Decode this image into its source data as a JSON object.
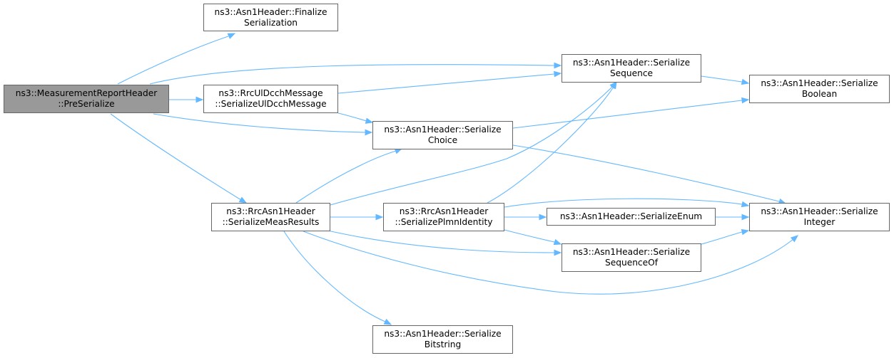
{
  "nodes": {
    "root": [
      "ns3::MeasurementReportHeader",
      "::PreSerialize"
    ],
    "finalize": [
      "ns3::Asn1Header::Finalize",
      "Serialization"
    ],
    "rrcul": [
      "ns3::RrcUlDcchMessage",
      "::SerializeUlDcchMessage"
    ],
    "measres": [
      "ns3::RrcAsn1Header",
      "::SerializeMeasResults"
    ],
    "sequence": [
      "ns3::Asn1Header::Serialize",
      "Sequence"
    ],
    "choice": [
      "ns3::Asn1Header::Serialize",
      "Choice"
    ],
    "plmn": [
      "ns3::RrcAsn1Header",
      "::SerializePlmnIdentity"
    ],
    "bitstring": [
      "ns3::Asn1Header::Serialize",
      "Bitstring"
    ],
    "enumn": [
      "ns3::Asn1Header::SerializeEnum"
    ],
    "sequenceof": [
      "ns3::Asn1Header::Serialize",
      "SequenceOf"
    ],
    "boolean": [
      "ns3::Asn1Header::Serialize",
      "Boolean"
    ],
    "integer": [
      "ns3::Asn1Header::Serialize",
      "Integer"
    ]
  },
  "edges": [
    [
      "root",
      "finalize"
    ],
    [
      "root",
      "sequence"
    ],
    [
      "root",
      "rrcul"
    ],
    [
      "root",
      "choice"
    ],
    [
      "root",
      "measres"
    ],
    [
      "rrcul",
      "sequence"
    ],
    [
      "rrcul",
      "choice"
    ],
    [
      "measres",
      "choice"
    ],
    [
      "measres",
      "sequence"
    ],
    [
      "measres",
      "plmn"
    ],
    [
      "measres",
      "sequenceof"
    ],
    [
      "measres",
      "integer"
    ],
    [
      "measres",
      "bitstring"
    ],
    [
      "sequence",
      "boolean"
    ],
    [
      "choice",
      "boolean"
    ],
    [
      "choice",
      "integer"
    ],
    [
      "plmn",
      "sequence"
    ],
    [
      "plmn",
      "integer"
    ],
    [
      "plmn",
      "enumn"
    ],
    [
      "plmn",
      "sequenceof"
    ],
    [
      "enumn",
      "integer"
    ],
    [
      "sequenceof",
      "integer"
    ]
  ],
  "colors": {
    "edge": "#63b8ff",
    "root_fill": "#999999",
    "node_border": "#666666"
  }
}
